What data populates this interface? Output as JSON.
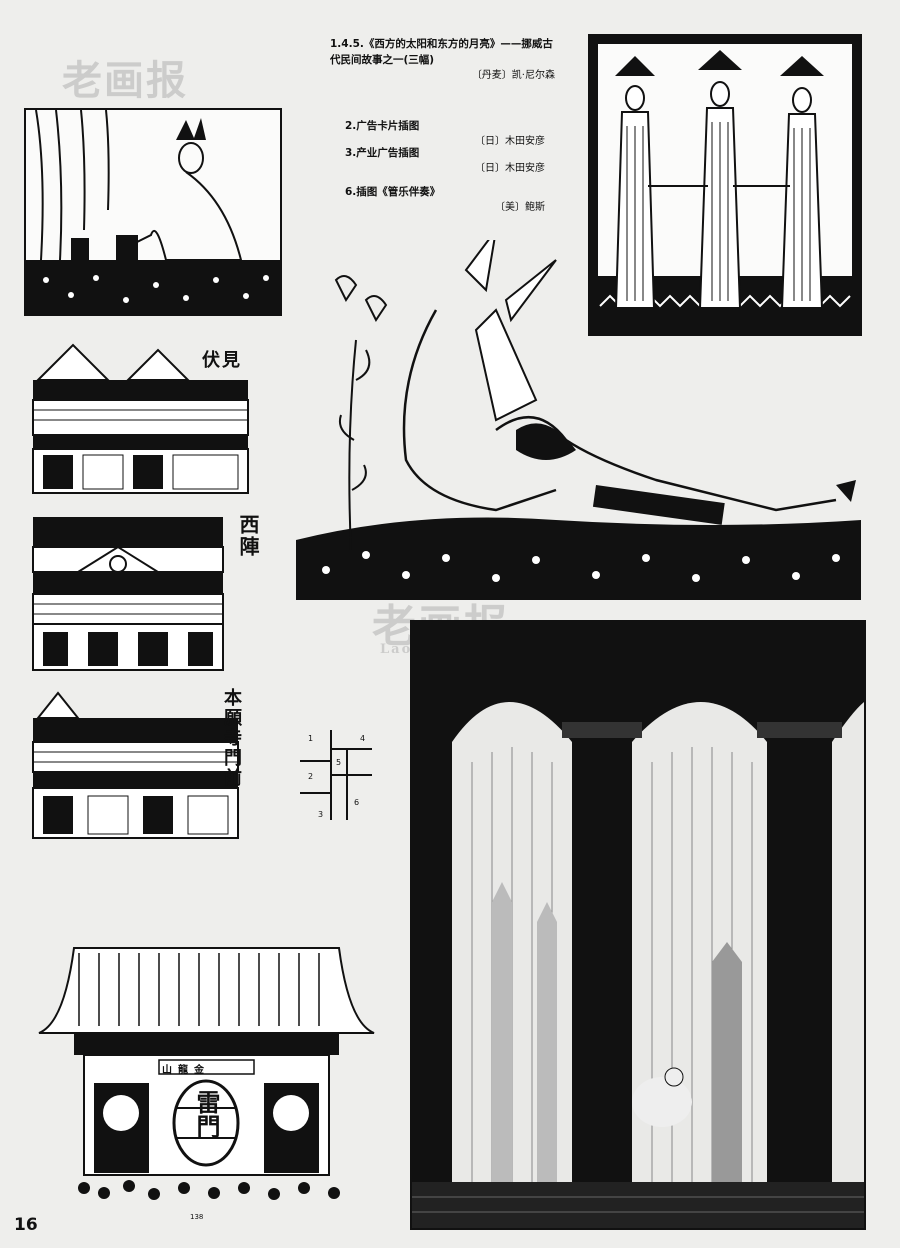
{
  "watermark": {
    "text": "老画报",
    "subtext": "Laohuabao.com"
  },
  "captions": [
    {
      "title": "1.4.5.《西方的太阳和东方的月亮》——挪威古代民间故事之一(三幅)",
      "credit": "〔丹麦〕凯·尼尔森"
    },
    {
      "title": "2.广告卡片插图",
      "credit": "〔日〕木田安彦"
    },
    {
      "title": "3.产业广告插图",
      "credit": "〔日〕木田安彦"
    },
    {
      "title": "6.插图《管乐伴奏》",
      "credit": "〔美〕鲍斯"
    }
  ],
  "building_labels": {
    "fushimi": "伏見",
    "nishijin": "西陣",
    "honganji": "本願寺門前"
  },
  "gate": {
    "sign": "山龍金",
    "lantern": "雷門"
  },
  "layout_key": [
    "1",
    "2",
    "3",
    "4",
    "5",
    "6"
  ],
  "small_number": "138",
  "page_number": "16"
}
